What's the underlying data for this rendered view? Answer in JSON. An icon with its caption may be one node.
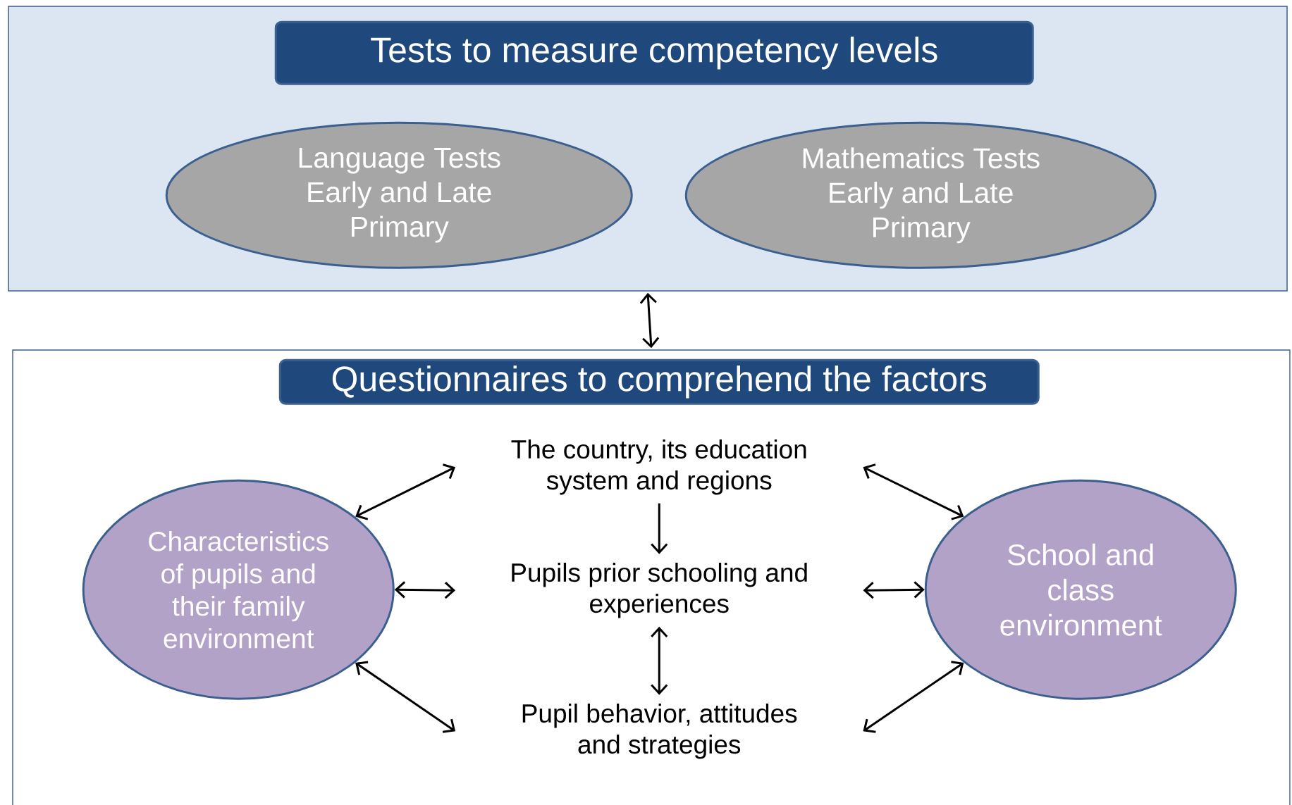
{
  "diagram": {
    "nodes": [
      {
        "text": [],
        "shape": "box"
      },
      {
        "text": [
          "Tests to measure competency levels"
        ],
        "in": 0
      },
      {
        "text": [
          "Language Tests Early and Late Primary"
        ],
        "in": 0
      },
      {
        "text": [
          "Mathematics Tests Early and Late Primary"
        ],
        "in": 0
      },
      {
        "text": [],
        "shape": "box"
      },
      {
        "text": [
          "Questionnaires to comprehend the factors"
        ],
        "in": 4
      },
      {
        "text": [
          "Characteristics of pupils and their family environment"
        ],
        "in": 4
      },
      {
        "text": [
          "The country, its education system and regions"
        ],
        "in": 4
      },
      {
        "text": [
          "Pupils prior schooling and experiences"
        ],
        "in": 4
      },
      {
        "text": [
          "Pupil behavior, attitudes and strategies"
        ],
        "in": 4
      },
      {
        "text": [
          "School and class environment"
        ],
        "in": 4
      }
    ],
    "edges": [
      {
        "from": 0,
        "to": 4,
        "arrow": "both"
      },
      {
        "from": 6,
        "to": 7,
        "arrow": "both"
      },
      {
        "from": 6,
        "to": 8,
        "arrow": "both"
      },
      {
        "from": 6,
        "to": 9,
        "arrow": "both"
      },
      {
        "from": 7,
        "to": 8,
        "arrow": "to"
      },
      {
        "from": 8,
        "to": 9,
        "arrow": "both"
      },
      {
        "from": 10,
        "to": 7,
        "arrow": "both"
      },
      {
        "from": 10,
        "to": 8,
        "arrow": "both"
      },
      {
        "from": 10,
        "to": 9,
        "arrow": "both"
      }
    ]
  }
}
